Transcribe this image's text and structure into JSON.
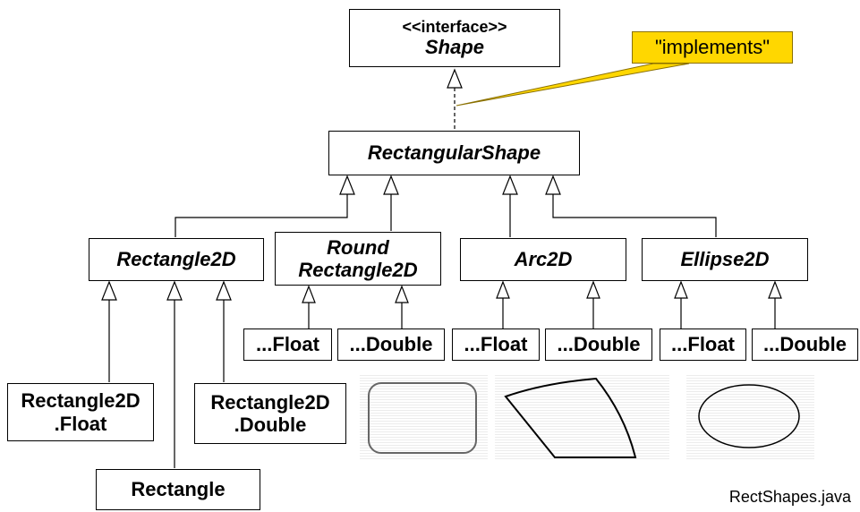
{
  "shape": {
    "stereotype": "<<interface>>",
    "name": "Shape"
  },
  "callout": {
    "text": "\"implements\""
  },
  "rectangular_shape": "RectangularShape",
  "rectangle2d": "Rectangle2D",
  "round_rectangle2d": {
    "line1": "Round",
    "line2": "Rectangle2D"
  },
  "arc2d": "Arc2D",
  "ellipse2d": "Ellipse2D",
  "subclasses": {
    "round_float": "...Float",
    "round_double": "...Double",
    "arc_float": "...Float",
    "arc_double": "...Double",
    "ellipse_float": "...Float",
    "ellipse_double": "...Double"
  },
  "rect2d_float": {
    "line1": "Rectangle2D",
    "line2": ".Float"
  },
  "rect2d_double": {
    "line1": "Rectangle2D",
    "line2": ".Double"
  },
  "rectangle": "Rectangle",
  "caption": "RectShapes.java"
}
